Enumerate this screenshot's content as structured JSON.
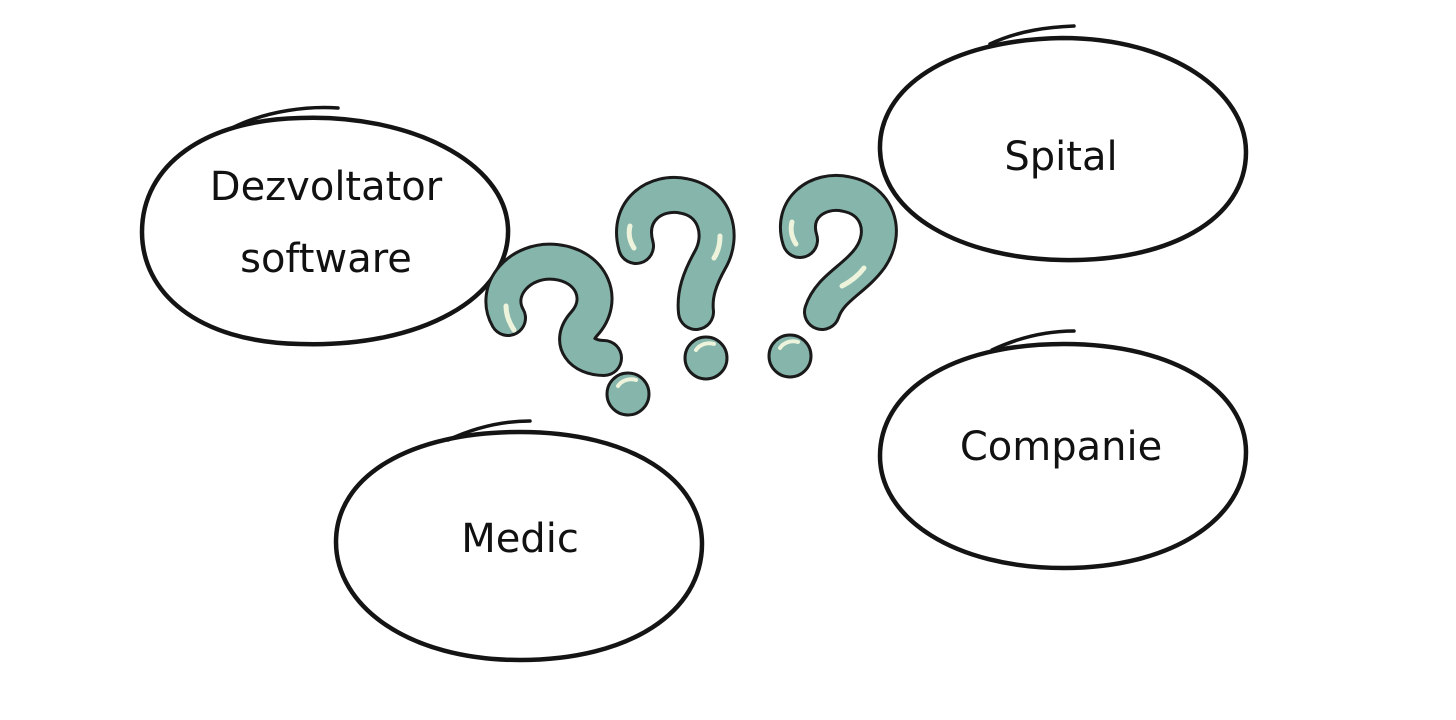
{
  "diagram": {
    "bubbles": [
      {
        "id": "software-developer",
        "lines": [
          "Dezvoltator",
          "software"
        ]
      },
      {
        "id": "hospital",
        "lines": [
          "Spital"
        ]
      },
      {
        "id": "doctor",
        "lines": [
          "Medic"
        ]
      },
      {
        "id": "company",
        "lines": [
          "Companie"
        ]
      }
    ],
    "center_graphic": {
      "icon": "question-marks-icon",
      "count": 3,
      "color": "#86b5ab"
    }
  }
}
